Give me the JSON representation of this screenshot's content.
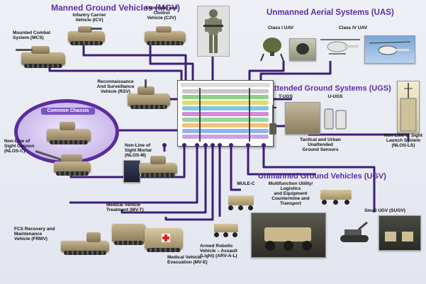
{
  "headers": {
    "mgv": "Manned Ground Vehicles (MGV)",
    "uas": "Unmanned Aerial Systems (UAS)",
    "ugs": "Unattended Ground Systems (UGS)",
    "ugv": "Unmanned Ground Vehicles (UGV)"
  },
  "labels": {
    "icv": "Infantry Carrier\nVehicle (ICV)",
    "c2v": "Command and\nControl\nVehicle (C2V)",
    "mcs": "Mounted Combat\nSystem (MCS)",
    "rsv": "Reconnaissance\nAnd Surveillance\nVehicle (RSV)",
    "common_chassis": "Common Chassis",
    "nlos_c": "Non-Line of\nSight Cannon\n(NLOS-C)",
    "nlos_m": "Non-Line of\nSight Mortar\n(NLOS-M)",
    "frmv": "FCS Recovery and\nMaintenance\nVehicle (FRMV)",
    "mv_t": "Medical Vehicle\nTreatment (MV-T)",
    "mv_e": "Medical Vehicle\nEvacuation (MV-E)",
    "class_i_uav": "Class I UAV",
    "class_iv_uav": "Class IV UAV",
    "t_ugs": "T-UGS",
    "u_ugs": "U-UGS",
    "tactical_urban": "Tactical and Urban\nUnattended\nGround Sensors",
    "nlos_ls": "Non-Line of Sight\nLaunch System\n(NLOS-LS)",
    "mule_c": "MULE-C",
    "mule_t": "Multifunction Utility/\nLogistics\nand Equipment\nCountermine and\nTransport",
    "arv_a_l": "Armed Robotic\nVehicle – Assault\n(Light) (ARV-A-L)",
    "sugv": "Small UGV (SUGV)"
  },
  "colors": {
    "header": "#5a2ea6",
    "connector": "#3c1f75",
    "oval_border": "#5b2c9e",
    "vehicle": "#a8976f"
  },
  "icons": [
    "tank",
    "soldier",
    "uav-drone",
    "helicopter",
    "sensor",
    "launcher",
    "robot-vehicle"
  ]
}
